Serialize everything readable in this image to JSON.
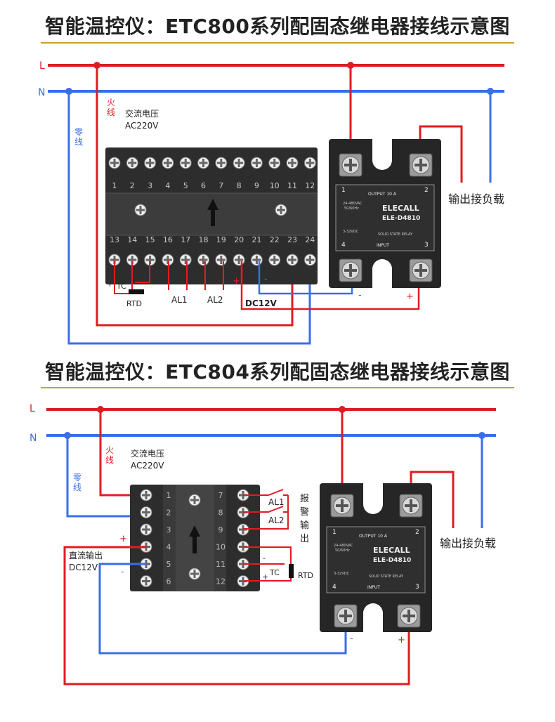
{
  "diagram1": {
    "title": "智能温控仪：ETC800系列配固态继电器接线示意图",
    "line_L": "L",
    "line_N": "N",
    "live_wire": "火\n线",
    "neutral_wire": "零\n线",
    "ac_label_1": "交流电压",
    "ac_label_2": "AC220V",
    "terminals_top": [
      "1",
      "2",
      "3",
      "4",
      "5",
      "6",
      "7",
      "8",
      "9",
      "10",
      "11",
      "12"
    ],
    "terminals_bottom": [
      "13",
      "14",
      "15",
      "16",
      "17",
      "18",
      "19",
      "20",
      "21",
      "22",
      "23",
      "24"
    ],
    "tc": "TC",
    "tc_plus": "+",
    "tc_minus": "-",
    "rtd": "RTD",
    "al1": "AL1",
    "al2": "AL2",
    "dc_label": "DC12V",
    "dc_plus": "+",
    "dc_minus": "-",
    "load_label": "输出接负载",
    "ssr_minus": "-",
    "ssr_plus": "+"
  },
  "diagram2": {
    "title": "智能温控仪：ETC804系列配固态继电器接线示意图",
    "line_L": "L",
    "line_N": "N",
    "live_wire": "火\n线",
    "neutral_wire": "零\n线",
    "ac_label_1": "交流电压",
    "ac_label_2": "AC220V",
    "terminals_left": [
      "1",
      "2",
      "3",
      "4",
      "5",
      "6"
    ],
    "terminals_right": [
      "7",
      "8",
      "9",
      "10",
      "11",
      "12"
    ],
    "al1": "AL1",
    "al2": "AL2",
    "alarm_1": "报",
    "alarm_2": "警",
    "alarm_3": "输",
    "alarm_4": "出",
    "dc_out_1": "直流输出",
    "dc_out_2": "DC12V",
    "dc_plus": "+",
    "dc_minus": "-",
    "tc": "TC",
    "tc_minus": "-",
    "tc_plus": "+",
    "rtd": "RTD",
    "load_label": "输出接负载",
    "ssr_minus": "-",
    "ssr_plus": "+"
  },
  "ssr": {
    "brand": "ELECALL",
    "model": "ELE-D4810",
    "output": "OUTPUT 10 A",
    "solid_state": "SOLID STATE RELAY",
    "input": "INPUT",
    "ac_range_1": "24-480VAC",
    "ac_range_2": "50/60Hz",
    "dc_range": "3-32VDC",
    "pin1": "1",
    "pin2": "2",
    "pin3": "3",
    "pin4": "4"
  },
  "colors": {
    "live": "#e01b23",
    "neutral": "#3a6ee8",
    "title_rule": "#c9a227",
    "device_dark": "#2a2a2a"
  }
}
